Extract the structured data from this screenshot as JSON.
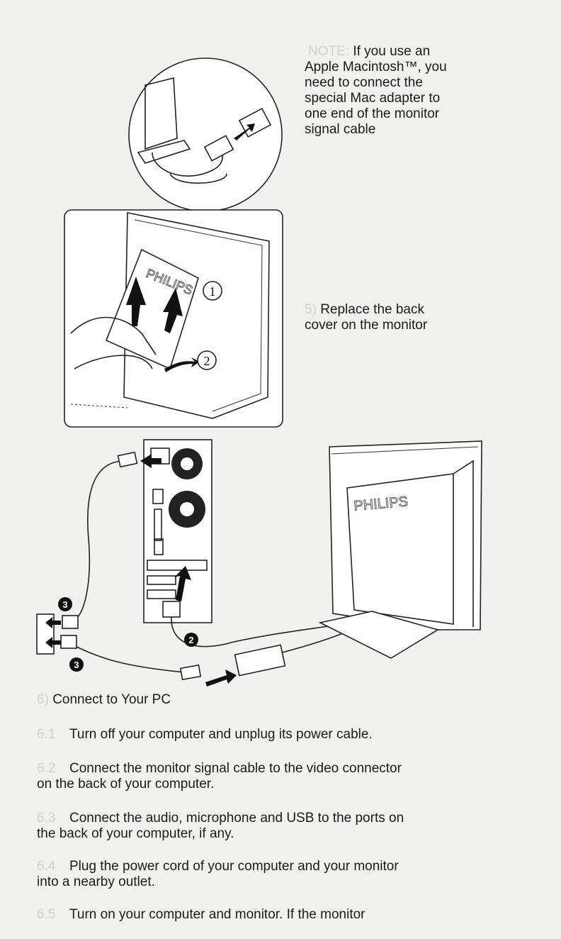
{
  "note": {
    "label": "NOTE:",
    "lines": [
      "If you use an",
      "Apple Macintosh™, you",
      "need to connect the",
      "special Mac adapter to",
      "one end of the monitor",
      "signal cable"
    ]
  },
  "step5": {
    "number": "5)",
    "lines": [
      "Replace the back",
      "cover on the monitor"
    ]
  },
  "illustration_labels": {
    "cover_brand": "PHILIPS",
    "arrow_1": "1",
    "arrow_2": "2",
    "monitor_brand": "PHILIPS",
    "callout_power_top": "3",
    "callout_signal": "2",
    "callout_power_bottom": "3"
  },
  "section6": {
    "number": "6)",
    "title": "Connect to Your PC"
  },
  "steps": [
    {
      "num": "6.1",
      "lines": [
        "Turn off your computer and unplug its power cable."
      ]
    },
    {
      "num": "6.2",
      "lines": [
        "Connect the monitor signal cable to the video connector",
        "on the back of your computer."
      ]
    },
    {
      "num": "6.3",
      "lines": [
        "Connect the audio, microphone and USB to the ports on",
        "the back of your computer, if any."
      ]
    },
    {
      "num": "6.4",
      "lines": [
        "Plug the power cord of your computer and your monitor",
        "into a nearby outlet."
      ]
    },
    {
      "num": "6.5",
      "lines": [
        "Turn on your computer and monitor. If the monitor"
      ]
    }
  ]
}
